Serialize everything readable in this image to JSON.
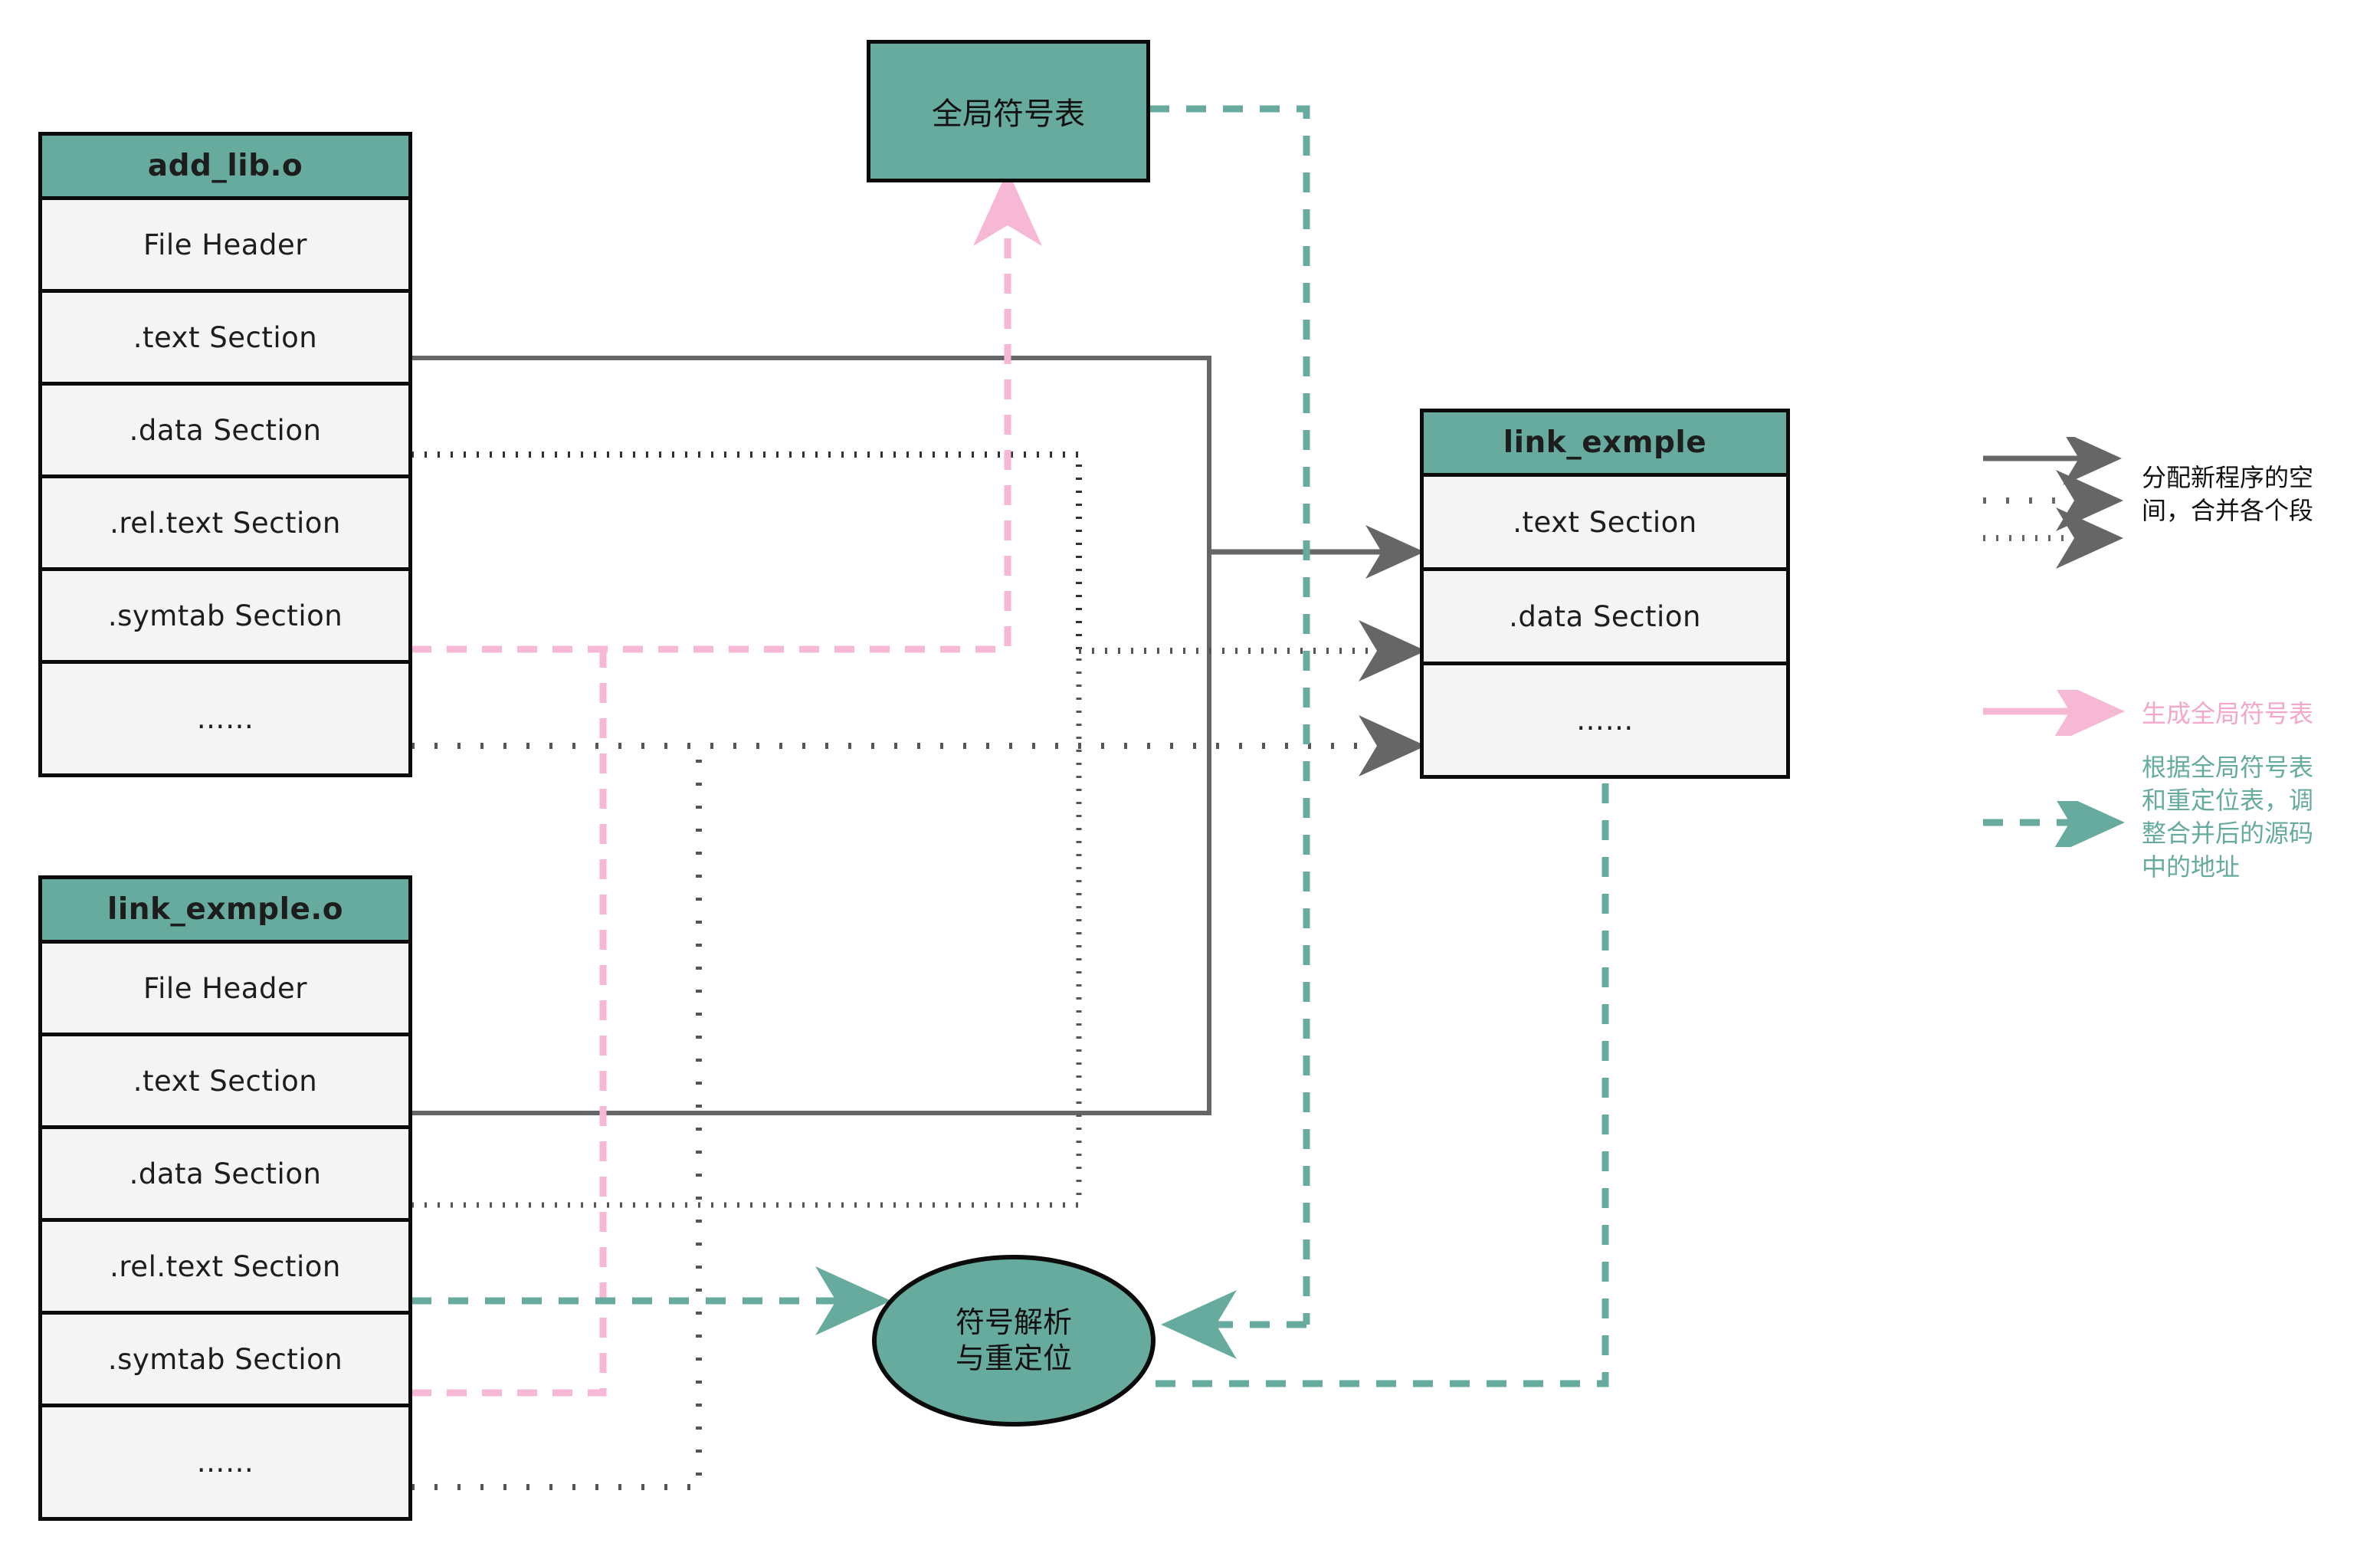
{
  "diagram": {
    "title_semantic": "static-linking-process",
    "colors": {
      "teal": "#67ab9f",
      "pink": "#f7b8d6",
      "gray": "#666666",
      "black": "#111111",
      "row_fill": "#f4f4f4"
    }
  },
  "nodes": {
    "add_lib_obj": {
      "header": "add_lib.o",
      "rows": [
        "File Header",
        ".text Section",
        ".data Section",
        ".rel.text Section",
        ".symtab Section",
        "……"
      ]
    },
    "link_exmple_obj": {
      "header": "link_exmple.o",
      "rows": [
        "File Header",
        ".text Section",
        ".data Section",
        ".rel.text Section",
        ".symtab Section",
        "……"
      ]
    },
    "global_symbol_table": {
      "label": "全局符号表"
    },
    "output_executable": {
      "header": "link_exmple",
      "rows": [
        ".text Section",
        ".data Section",
        "……"
      ]
    },
    "resolve_relocate": {
      "label": "符号解析\n与重定位",
      "line1": "符号解析",
      "line2": "与重定位"
    }
  },
  "legend": {
    "items": [
      {
        "id": "merge-sections",
        "style": "solid+dash+dot",
        "color": "#666666",
        "text": "分配新程序的空\n间，合并各个段"
      },
      {
        "id": "generate-global-symbol-table",
        "style": "solid",
        "color": "#f7b8d6",
        "text": "生成全局符号表"
      },
      {
        "id": "adjust-addresses",
        "style": "dashed",
        "color": "#67ab9f",
        "text": "根据全局符号表\n和重定位表，调\n整合并后的源码\n中的地址"
      }
    ]
  }
}
